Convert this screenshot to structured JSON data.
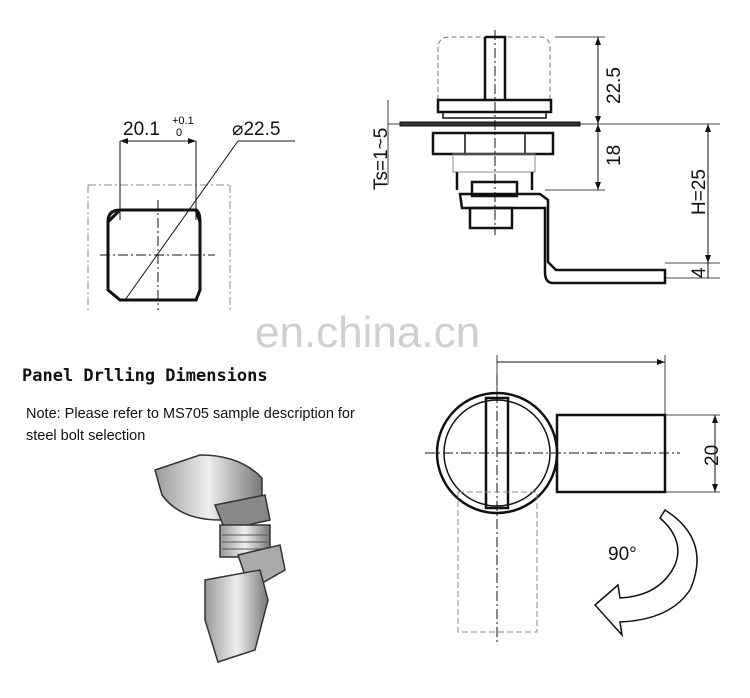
{
  "panel_drawing": {
    "width_label": "20.1",
    "tol_upper": "+0.1",
    "tol_lower": "0",
    "diameter_label": "⌀22.5"
  },
  "side_view": {
    "dim_cap": "22.5",
    "dim_body": "18",
    "dim_ts": "Ts=1~5",
    "dim_h": "H=25",
    "dim_thickness": "4"
  },
  "top_view": {
    "dim_width": "20",
    "rotation_label": "90°"
  },
  "watermark": "en.china.cn",
  "title": "Panel Drlling Dimensions",
  "note_line1": "Note: Please refer to MS705 sample description for",
  "note_line2": "steel bolt selection"
}
